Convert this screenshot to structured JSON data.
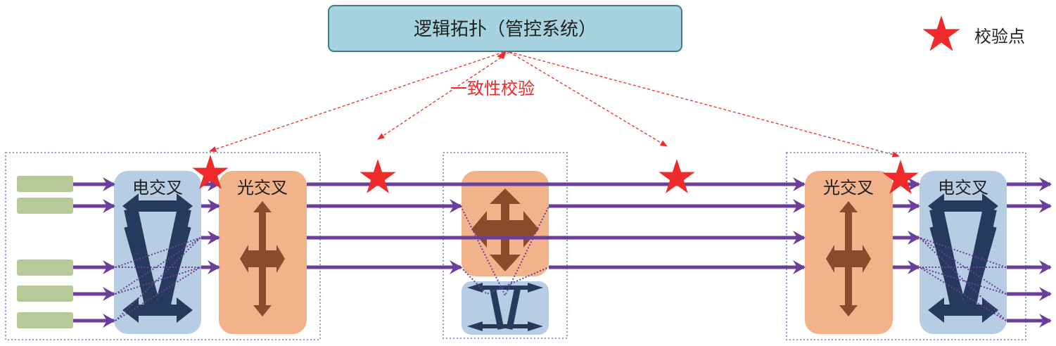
{
  "title": "逻辑拓扑（管控系统）",
  "legend": {
    "label": "校验点",
    "icon": "star-icon"
  },
  "check_label": "一致性校验",
  "left_node": {
    "electrical_label": "电交叉",
    "optical_label": "光交叉"
  },
  "right_node": {
    "optical_label": "光交叉",
    "electrical_label": "电交叉"
  },
  "colors": {
    "accent": "#ee2a2a",
    "line": "#6a3f99",
    "electrical": "#b6cde3",
    "optical": "#f3b38a",
    "client": "#b6ca98",
    "title_box": "#a6d3df"
  }
}
